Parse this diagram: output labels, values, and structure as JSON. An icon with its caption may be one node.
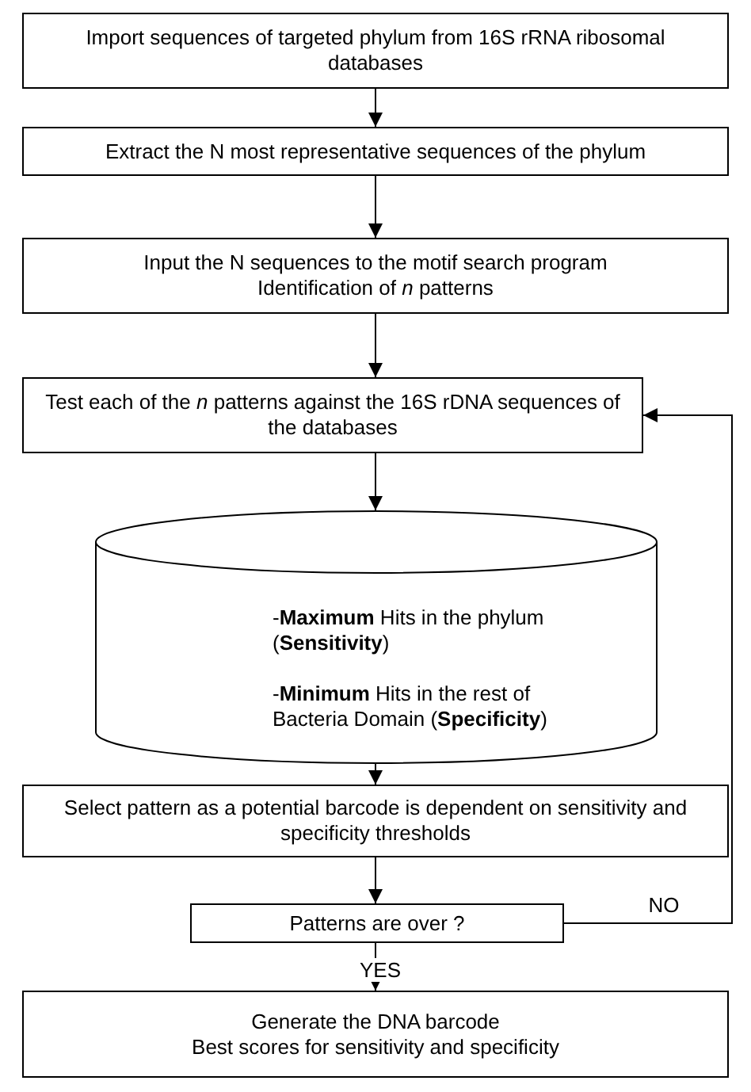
{
  "diagram": {
    "nodes": [
      {
        "text": [
          "Import sequences of targeted phylum from 16S rRNA ribosomal databases"
        ]
      },
      {
        "text": [
          "Extract the N most representative sequences of the phylum"
        ]
      },
      {
        "text": [
          "Input the N sequences to the motif search program",
          "Identification of *n* patterns"
        ]
      },
      {
        "text": [
          "Test each of the *n* patterns against the 16S rDNA sequences of the databases"
        ]
      },
      {
        "text": [
          "-**Maximum** Hits in the phylum (**Sensitivity**)",
          "-**Minimum** Hits in the rest of Bacteria Domain (**Specificity**)"
        ]
      },
      {
        "text": [
          "Select pattern as a potential barcode is dependent on sensitivity and specificity thresholds"
        ]
      },
      {
        "text": [
          "Patterns are over ?"
        ]
      },
      {
        "text": [
          "Generate the DNA barcode",
          "Best scores for sensitivity and specificity"
        ]
      }
    ],
    "edges": [
      {
        "from": 0,
        "to": 1,
        "arrow": "to"
      },
      {
        "from": 1,
        "to": 2,
        "arrow": "to"
      },
      {
        "from": 2,
        "to": 3,
        "arrow": "to"
      },
      {
        "from": 3,
        "to": 4,
        "arrow": "to"
      },
      {
        "from": 4,
        "to": 5,
        "arrow": "to"
      },
      {
        "from": 5,
        "to": 6,
        "arrow": "to"
      },
      {
        "from": 6,
        "to": 7,
        "arrow": "to",
        "label": "YES"
      },
      {
        "from": 6,
        "to": 3,
        "arrow": "to",
        "label": "NO"
      }
    ]
  }
}
